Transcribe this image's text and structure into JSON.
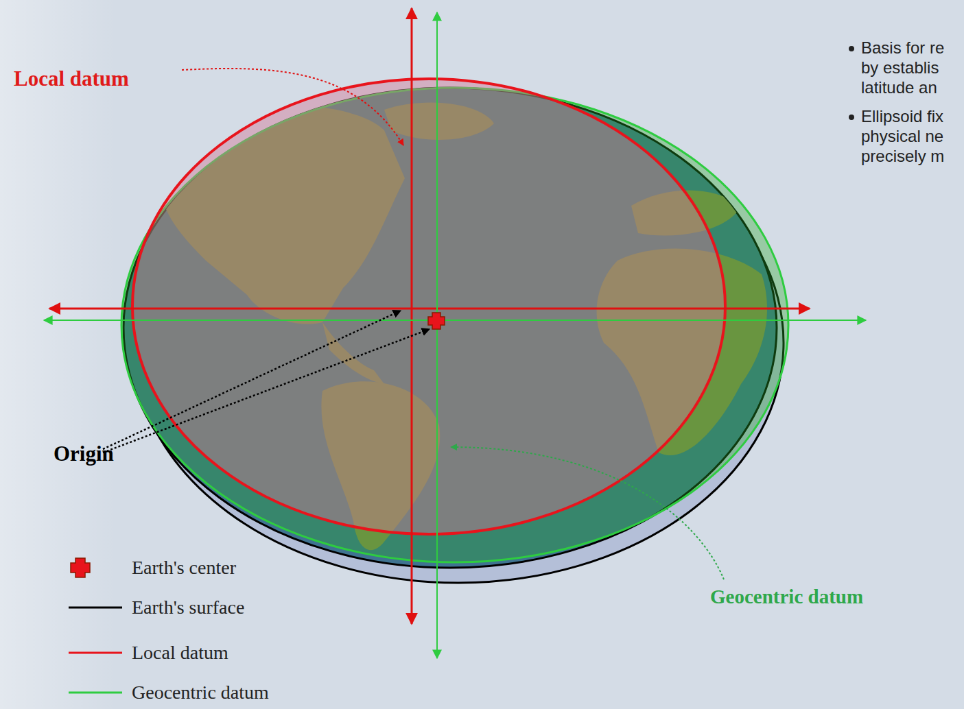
{
  "diagram": {
    "labels": [
      "Local datum",
      "Origin",
      "Geocentric datum",
      "Basis for re by establis latitude an",
      "Ellipsoid fix physical ne precisely m"
    ],
    "legend": [
      {
        "text": "Earth's center"
      },
      {
        "text": "Earth's surface"
      },
      {
        "text": "Local datum"
      },
      {
        "text": "Geocentric datum"
      }
    ]
  }
}
